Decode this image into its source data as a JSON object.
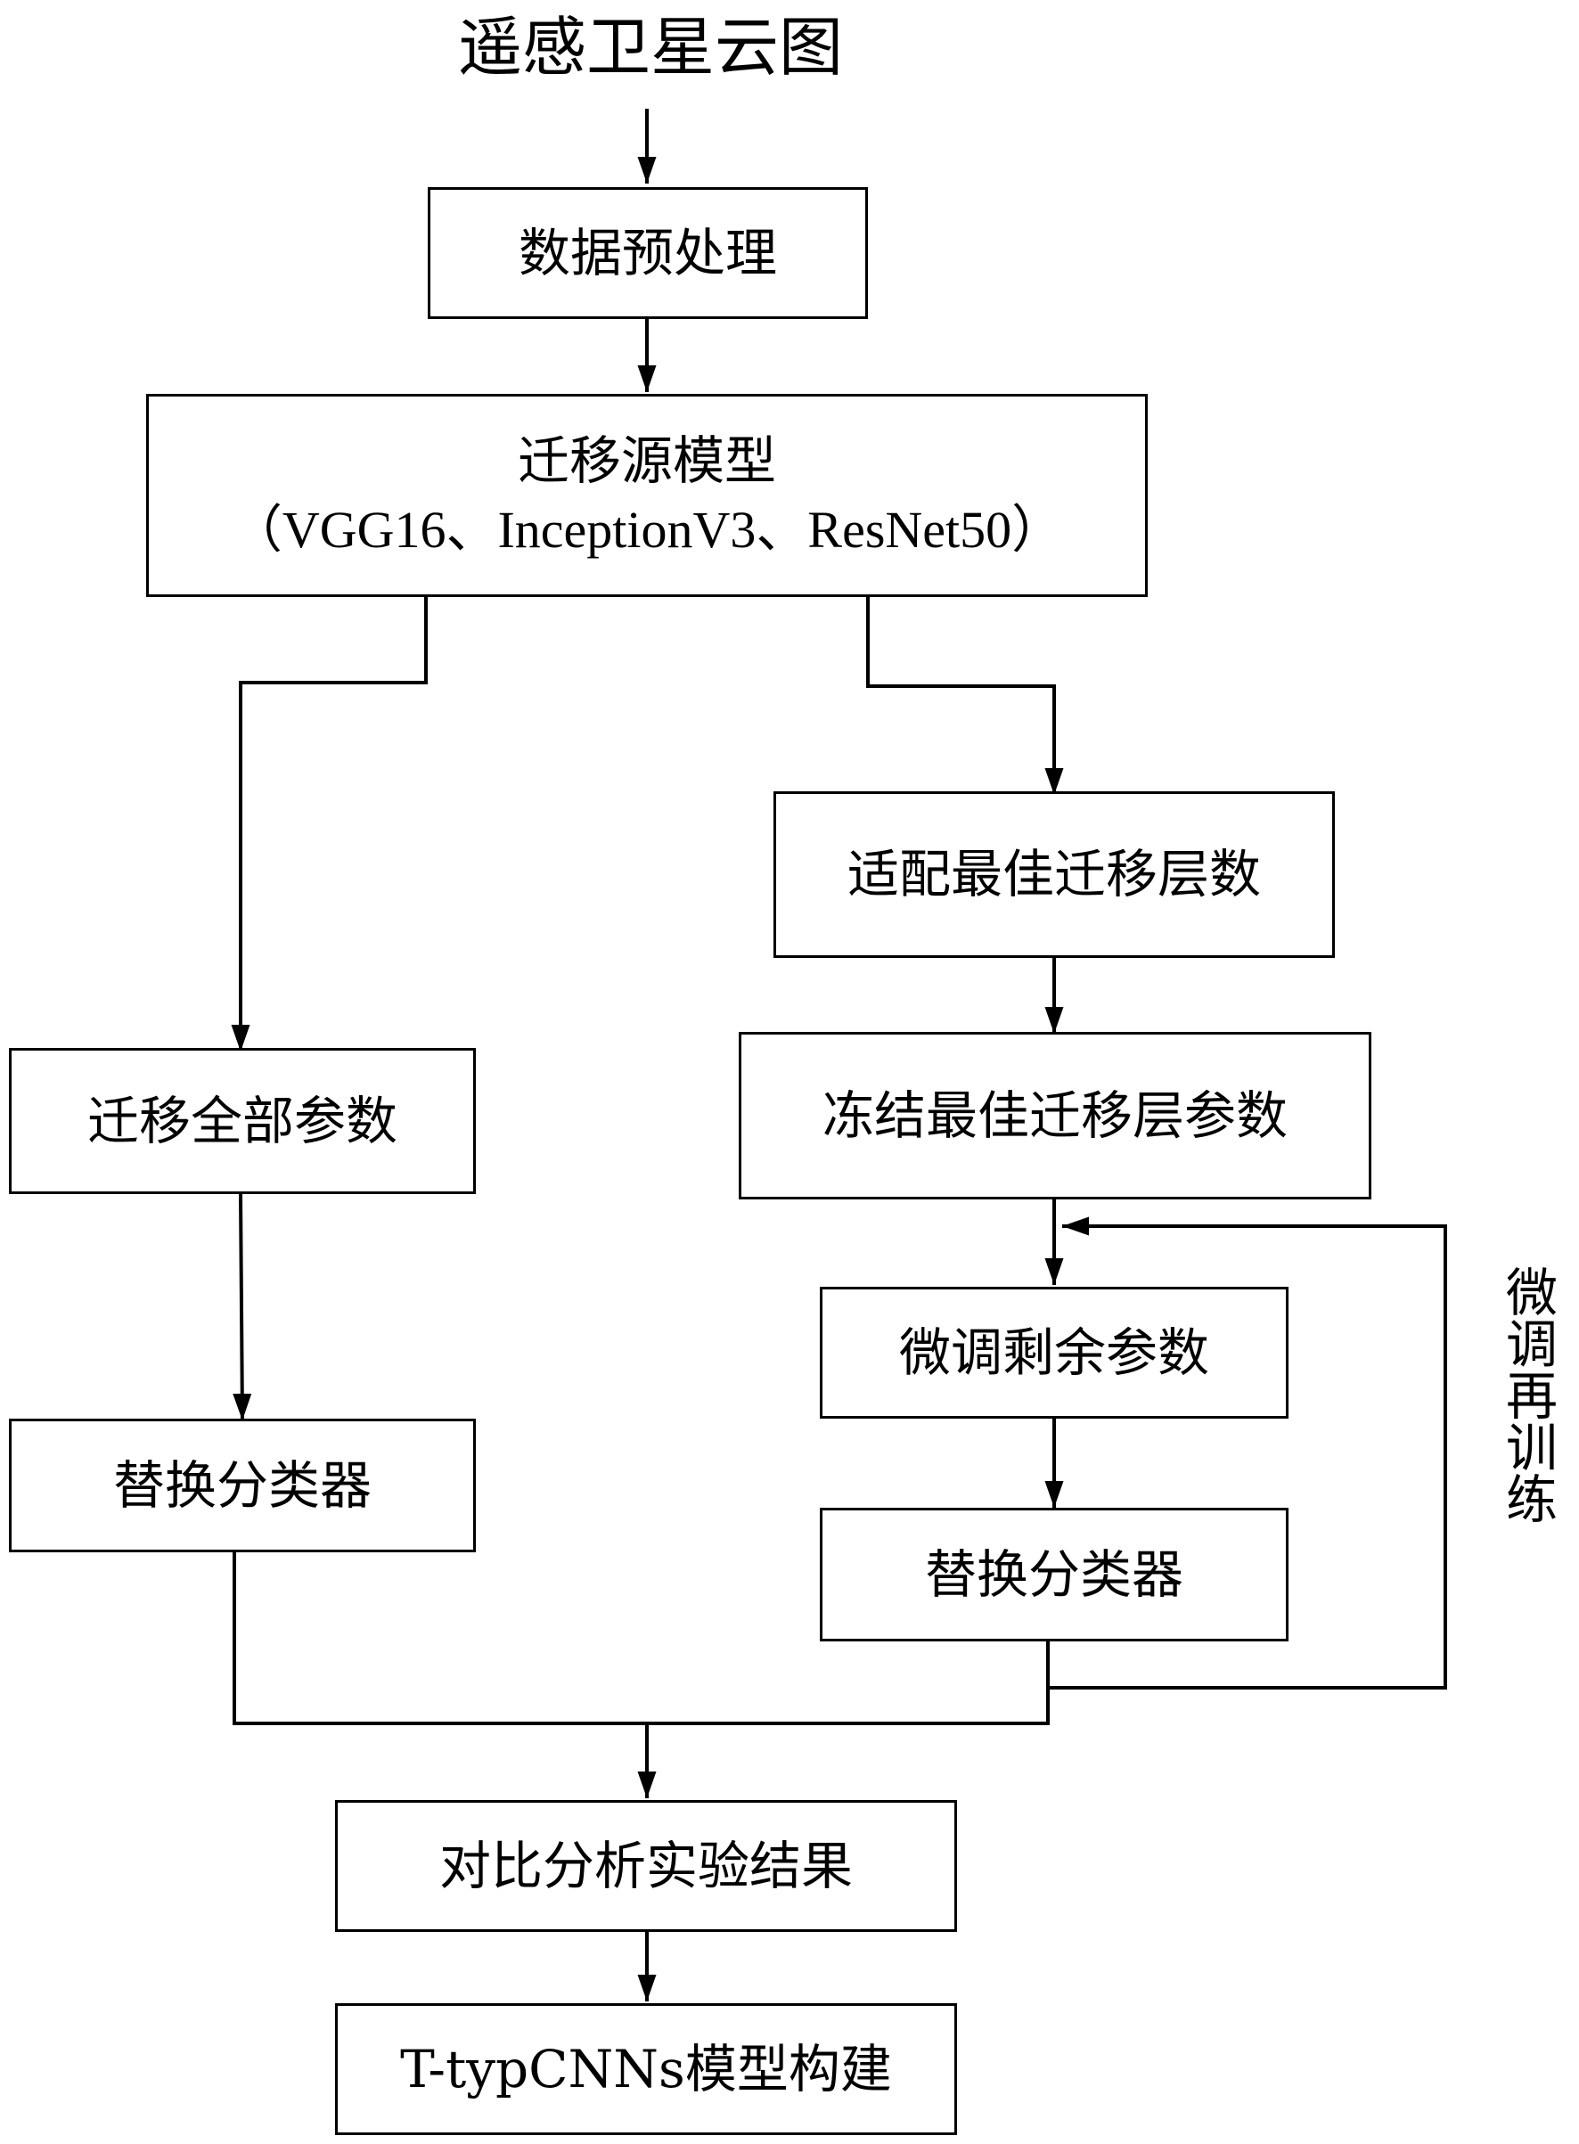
{
  "title": "遥感卫星云图",
  "nodes": {
    "preprocess": "数据预处理",
    "source_model_title": "迁移源模型",
    "source_model_sub": "（VGG16、InceptionV3、ResNet50）",
    "transfer_all": "迁移全部参数",
    "replace_classifier_left": "替换分类器",
    "adapt_layers": "适配最佳迁移层数",
    "freeze_layers": "冻结最佳迁移层参数",
    "finetune_rest": "微调剩余参数",
    "replace_classifier_right": "替换分类器",
    "compare_results": "对比分析实验结果",
    "build_model": "T-typCNNs模型构建"
  },
  "loop_label": "微调再训练"
}
